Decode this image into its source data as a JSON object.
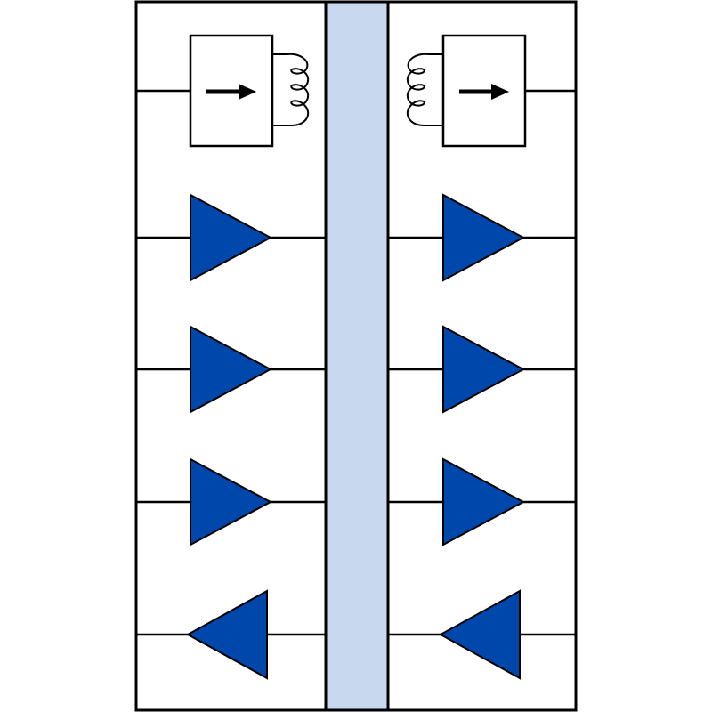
{
  "diagram": {
    "description_free": true,
    "colors": {
      "background": "#ffffff",
      "outline": "#000000",
      "amplifier_fill": "#0047ab",
      "center_bus_fill": "#c8d9ef",
      "arrow": "#000000"
    },
    "left_panel": {
      "top_component": {
        "icon": "transformer-with-arrow-icon",
        "arrow_direction": "right",
        "coil_side": "right"
      },
      "amplifiers": [
        {
          "direction": "right"
        },
        {
          "direction": "right"
        },
        {
          "direction": "right"
        },
        {
          "direction": "left"
        }
      ]
    },
    "right_panel": {
      "top_component": {
        "icon": "transformer-with-arrow-icon",
        "arrow_direction": "right",
        "coil_side": "left"
      },
      "amplifiers": [
        {
          "direction": "right"
        },
        {
          "direction": "right"
        },
        {
          "direction": "right"
        },
        {
          "direction": "left"
        }
      ]
    },
    "center_bus": {
      "icon": "bus-bar-icon"
    }
  }
}
